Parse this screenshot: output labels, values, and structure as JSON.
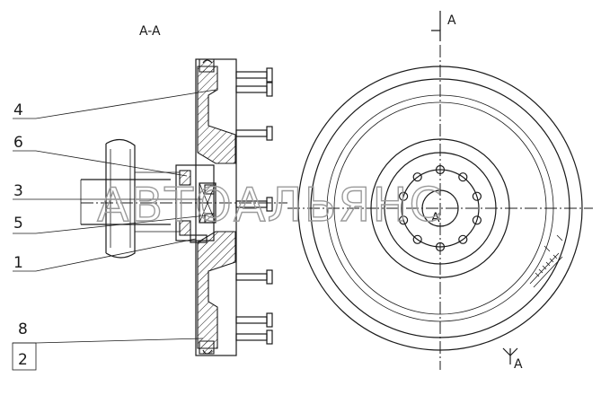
{
  "section_title": "A-A",
  "cut_mark_letter": "A",
  "hub_center_label": "A",
  "callouts": [
    "4",
    "6",
    "3",
    "5",
    "1",
    "8",
    "2"
  ],
  "watermark": "АВТОАЛЬЯНС",
  "colors": {
    "line": "#1a1a1a",
    "watermark": "#9a9a9a",
    "background": "#ffffff"
  }
}
